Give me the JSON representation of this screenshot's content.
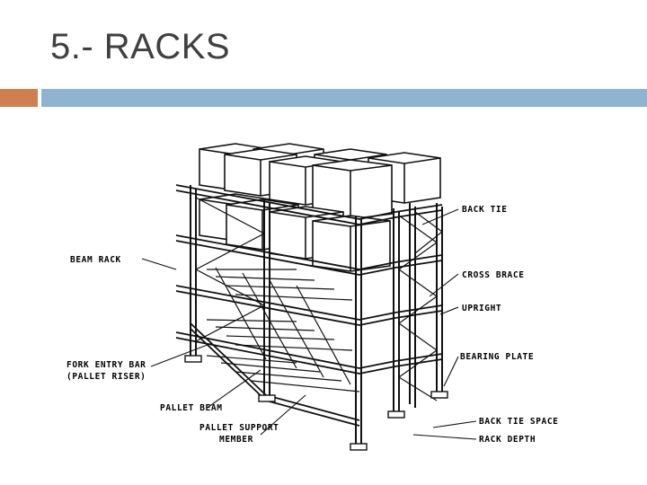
{
  "slide": {
    "title": "5.- RACKS",
    "accent_color": "#d0804f",
    "bar_color": "#8fb3d0"
  },
  "diagram": {
    "labels": {
      "beam_rack": "BEAM RACK",
      "back_tie": "BACK TIE",
      "cross_brace": "CROSS BRACE",
      "upright": "UPRIGHT",
      "bearing_plate": "BEARING PLATE",
      "fork_entry_bar_line1": "FORK ENTRY BAR",
      "fork_entry_bar_line2": "(PALLET RISER)",
      "pallet_beam": "PALLET BEAM",
      "pallet_support_line1": "PALLET SUPPORT",
      "pallet_support_line2": "MEMBER",
      "back_tie_space": "BACK TIE SPACE",
      "rack_depth": "RACK DEPTH"
    }
  }
}
